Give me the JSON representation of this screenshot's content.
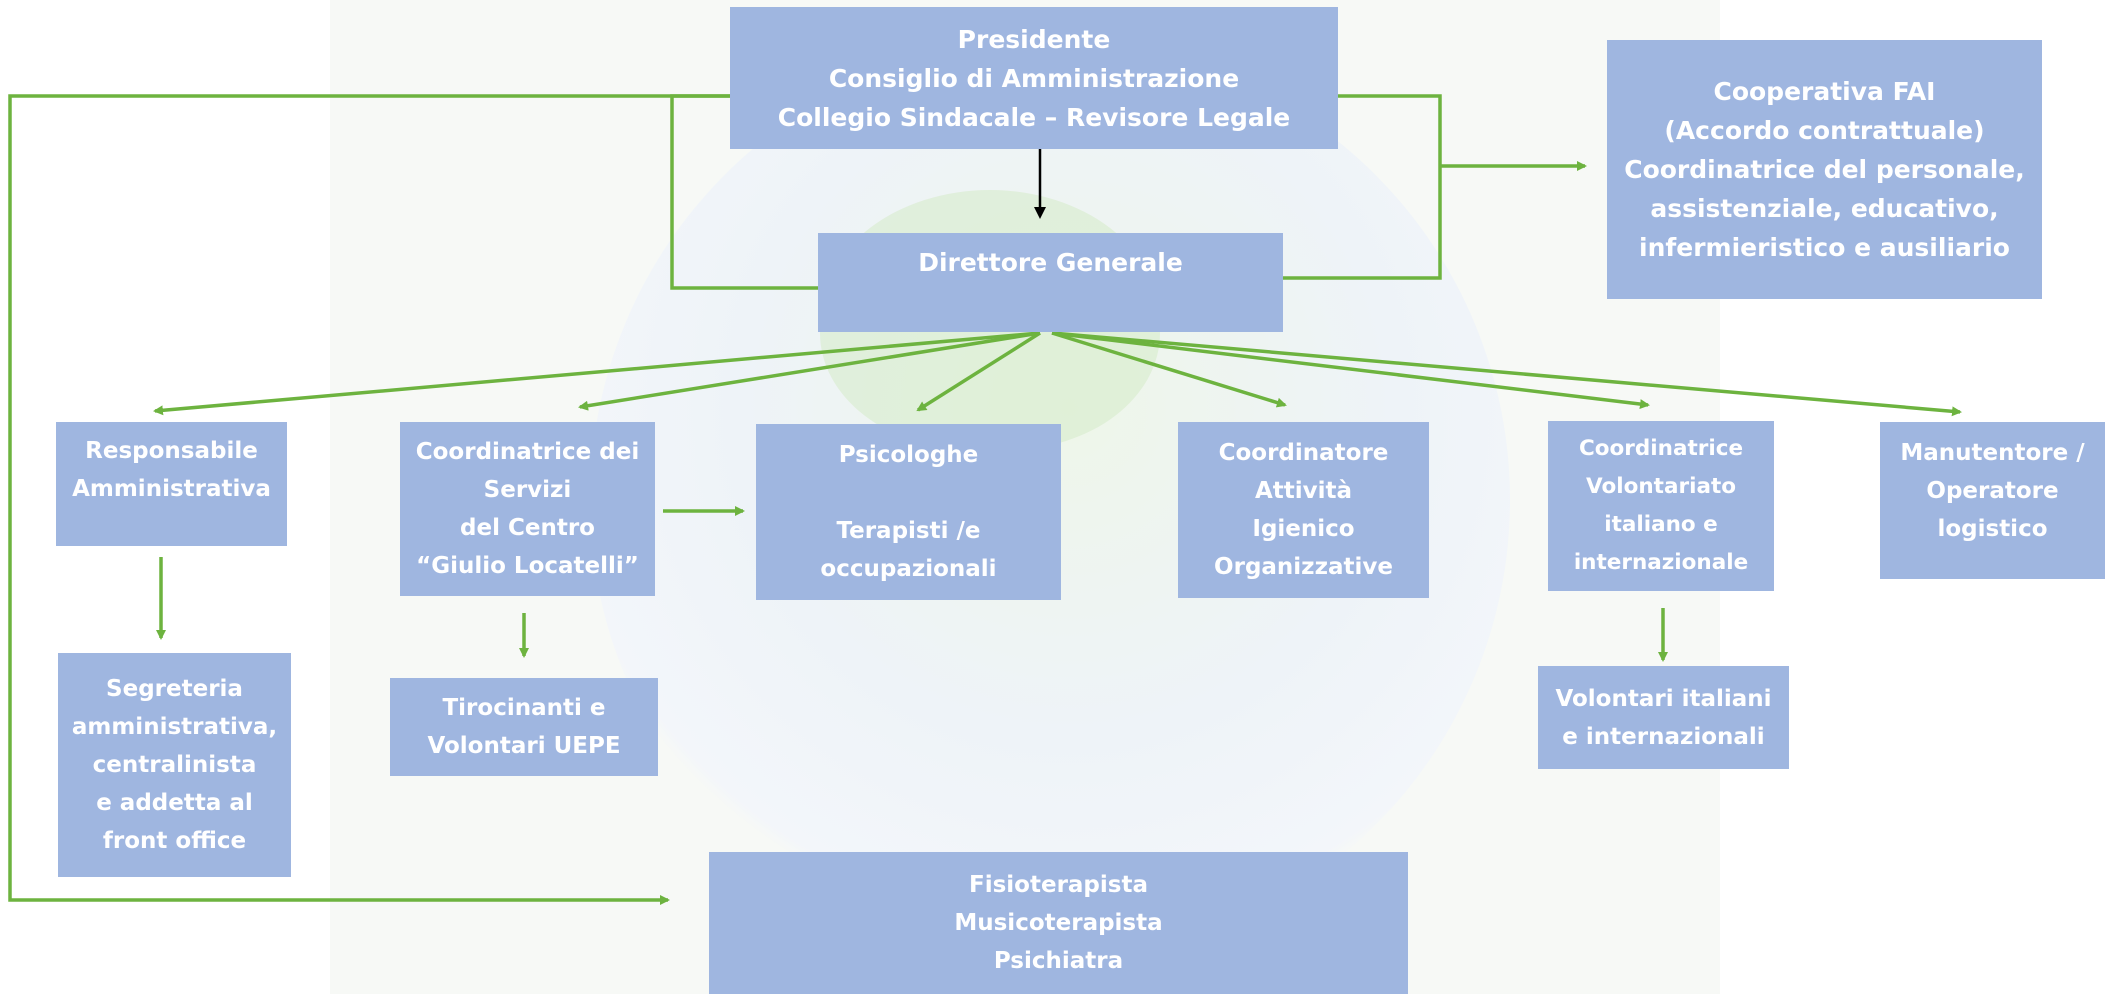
{
  "org_chart": {
    "board": {
      "text": "Presidente\nConsiglio di Amministrazione\nCollegio Sindacale – Revisore Legale"
    },
    "director": {
      "text": "Direttore Generale"
    },
    "cooperative": {
      "text": "Cooperativa FAI\n(Accordo contrattuale)\nCoordinatrice del personale,\nassistenziale, educativo,\ninfermieristico e ausiliario"
    },
    "admin_manager": {
      "text": "Responsabile\nAmministrativa"
    },
    "admin_secretariat": {
      "text": "Segreteria\namministrativa,\ncentralinista\ne addetta al\nfront office"
    },
    "services_coordinator": {
      "text": "Coordinatrice dei\nServizi\ndel Centro\n“Giulio Locatelli”"
    },
    "trainees": {
      "text": "Tirocinanti e\nVolontari UEPE"
    },
    "psychologists": {
      "text": "Psicologhe\n\nTerapisti /e\noccupazionali"
    },
    "hygiene_coordinator": {
      "text": "Coordinatore\nAttività\nIgienico\nOrganizzative"
    },
    "volunteer_coordinator": {
      "text": "Coordinatrice\nVolontariato\nitaliano e\ninternazionale"
    },
    "volunteers": {
      "text": "Volontari italiani\ne internazionali"
    },
    "maintenance": {
      "text": "Manutentore /\nOperatore\nlogistico"
    },
    "therapists": {
      "text": "Fisioterapista\nMusicoterapista\nPsichiatra"
    }
  },
  "colors": {
    "box_fill": "#9fb6e0",
    "box_text": "#ffffff",
    "connector_green": "#6db33f",
    "connector_black": "#000000"
  }
}
